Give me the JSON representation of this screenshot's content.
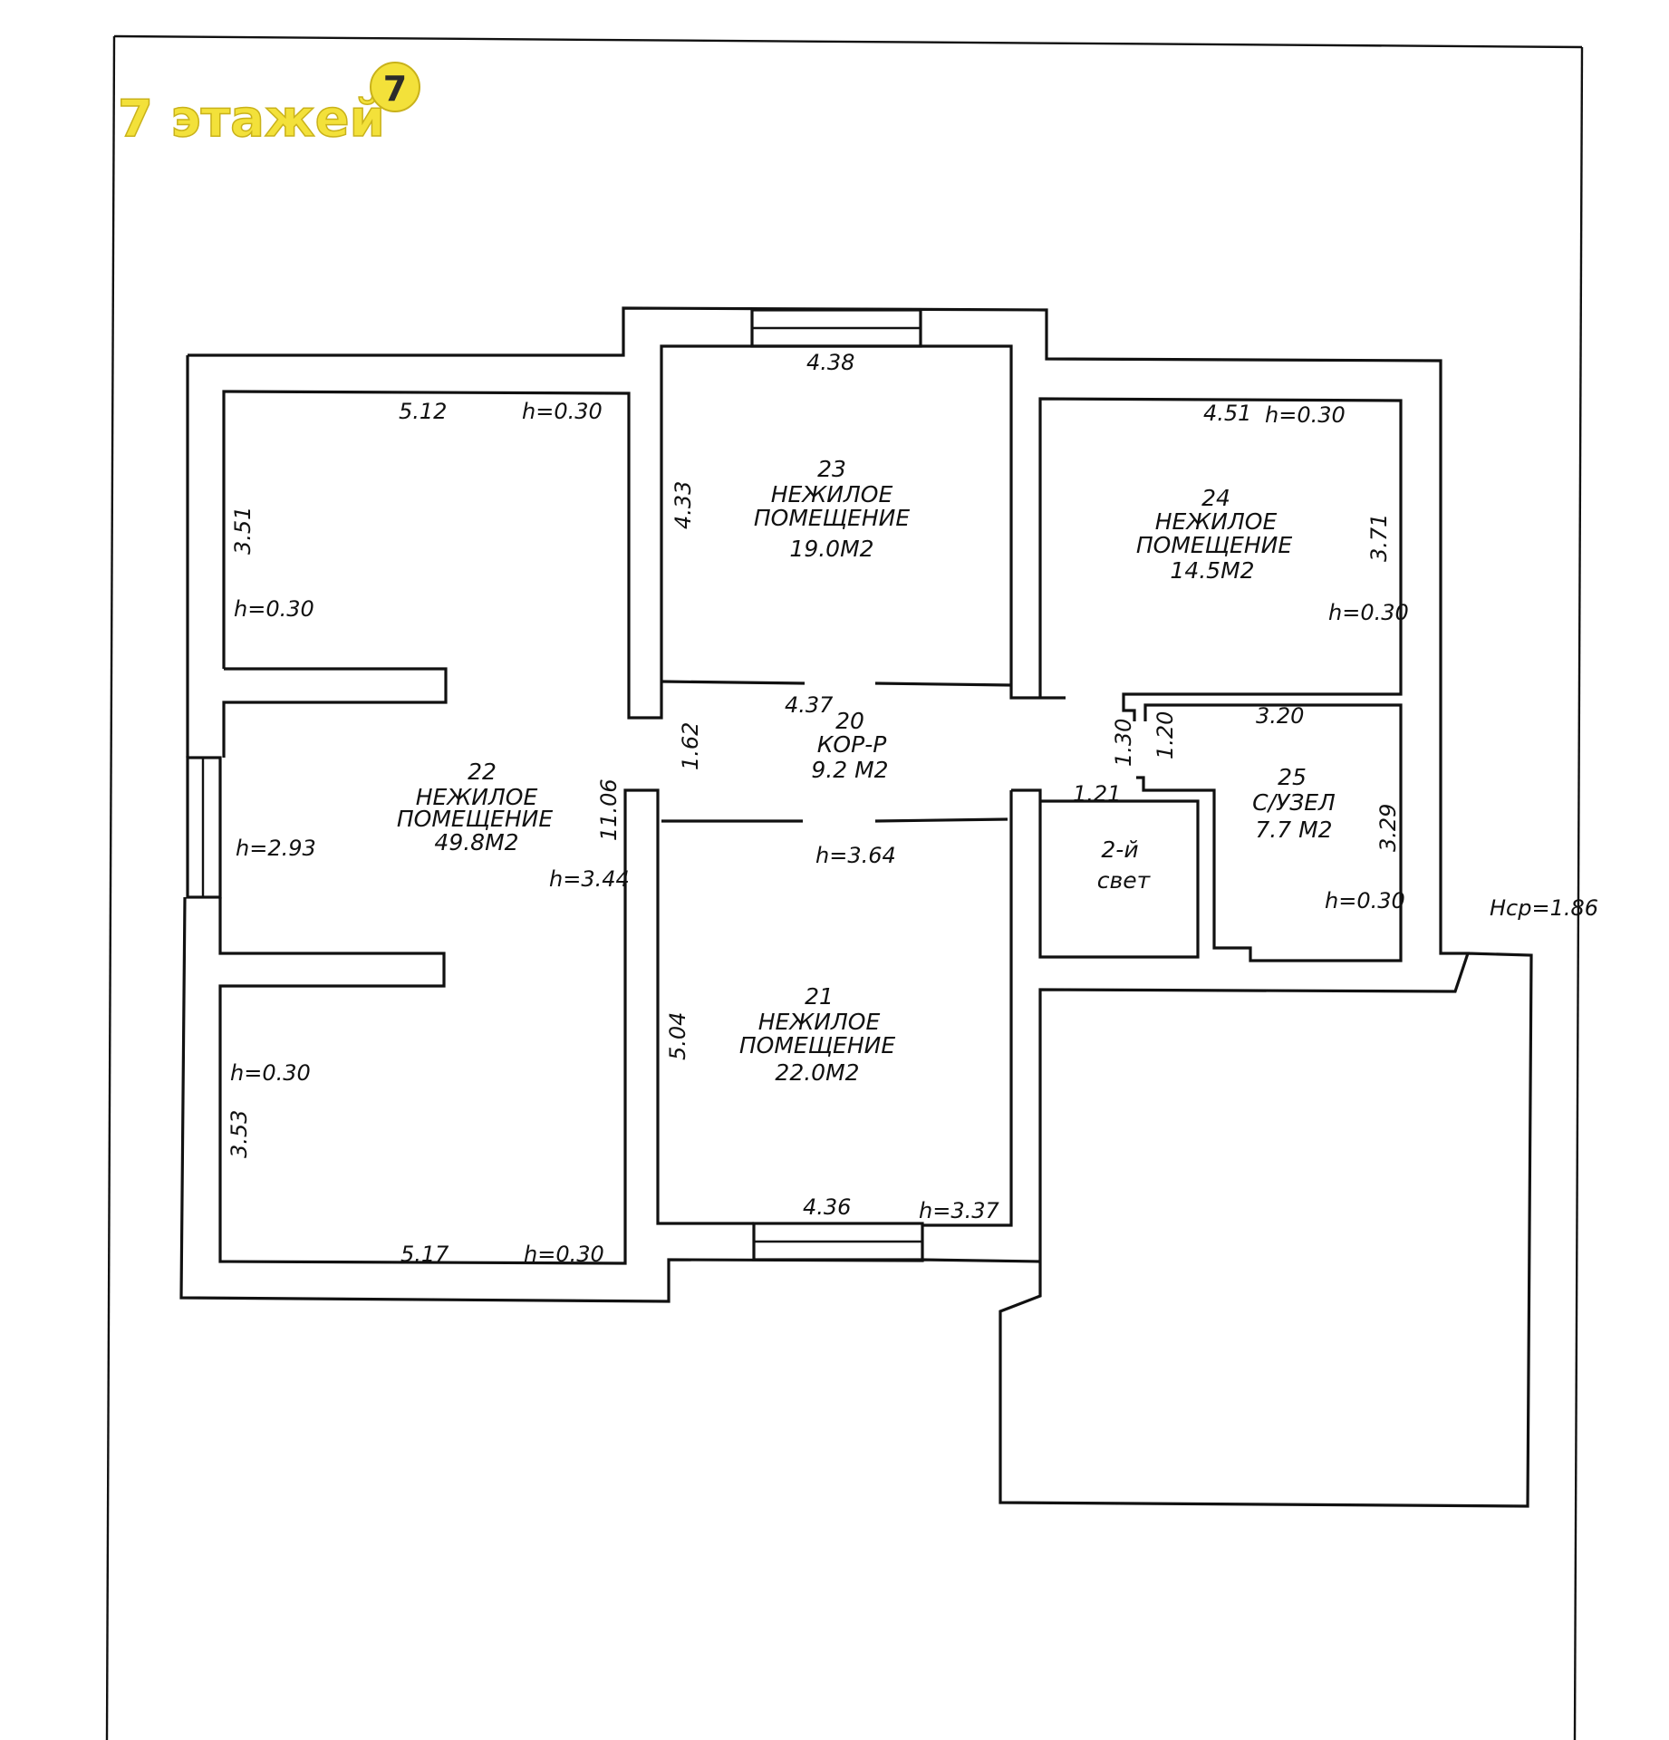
{
  "logo": {
    "text": "7 этажей",
    "badge": "7",
    "color": "#f3e13a"
  },
  "rooms": [
    {
      "id": "r23",
      "number": "23",
      "name1": "НЕЖИЛОЕ",
      "name2": "ПОМЕЩЕНИЕ",
      "area": "19.0М2"
    },
    {
      "id": "r24",
      "number": "24",
      "name1": "НЕЖИЛОЕ",
      "name2": "ПОМЕЩЕНИЕ",
      "area": "14.5М2"
    },
    {
      "id": "r22",
      "number": "22",
      "name1": "НЕЖИЛОЕ",
      "name2": "ПОМЕЩЕНИЕ",
      "area": "49.8М2"
    },
    {
      "id": "r20",
      "number": "20",
      "name1": "КОР-Р",
      "area": "9.2 М2"
    },
    {
      "id": "r25",
      "number": "25",
      "name1": "С/УЗЕЛ",
      "area": "7.7 М2"
    },
    {
      "id": "r21",
      "number": "21",
      "name1": "НЕЖИЛОЕ",
      "name2": "ПОМЕЩЕНИЕ",
      "area": "22.0М2"
    },
    {
      "id": "light",
      "name1": "2-й",
      "name2": "свет"
    }
  ],
  "dims": {
    "d438": "4.38",
    "d512": "5.12",
    "h030a": "h=0.30",
    "d451": "4.51",
    "h030b": "h=0.30",
    "d351": "3.51",
    "d433": "4.33",
    "d371": "3.71",
    "h030c": "h=0.30",
    "h030d": "h=0.30",
    "d437": "4.37",
    "d320": "3.20",
    "d162": "1.62",
    "d130": "1.30",
    "d120": "1.20",
    "d121": "1.21",
    "d1106": "11.06",
    "h293": "h=2.93",
    "h364": "h=3.64",
    "d329": "3.29",
    "h344": "h=3.44",
    "h030e": "h=0.30",
    "hcp": "Hср=1.86",
    "d504": "5.04",
    "h030f": "h=0.30",
    "d353": "3.53",
    "d436": "4.36",
    "h337": "h=3.37",
    "d517": "5.17",
    "h030g": "h=0.30"
  }
}
